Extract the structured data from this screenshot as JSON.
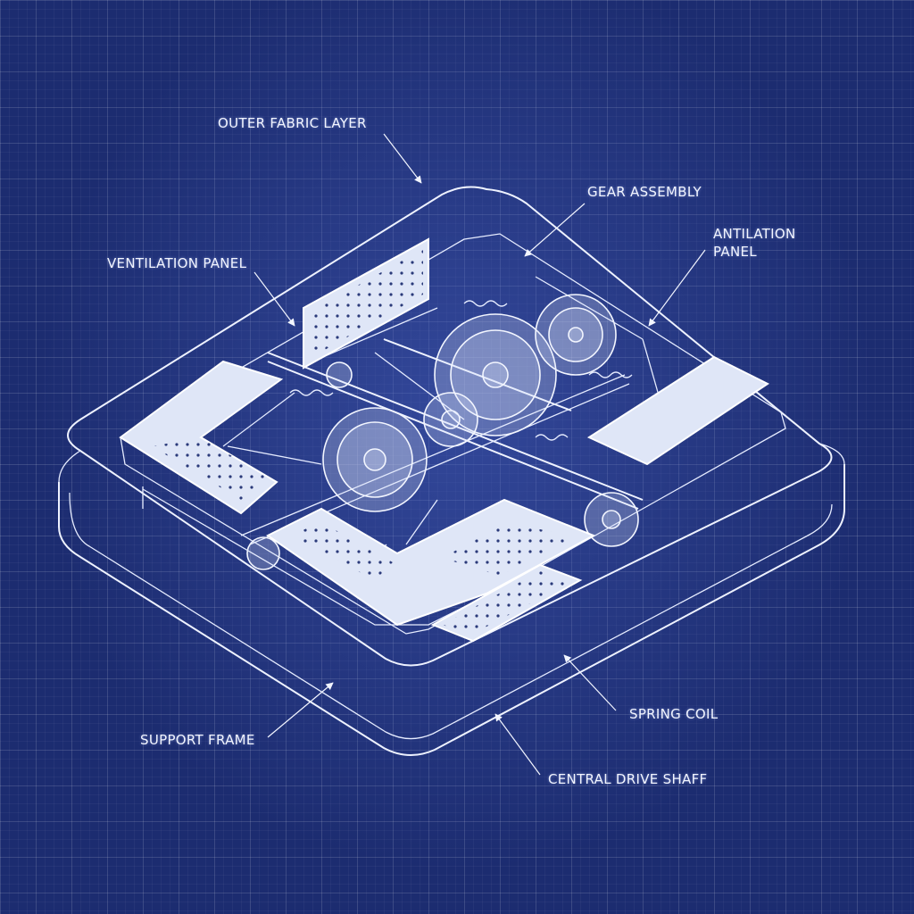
{
  "labels": {
    "outer_fabric_layer": "OUTER FABRIC LAYER",
    "gear_assembly": "GEAR ASSEMBLY",
    "antilation_panel_line1": "ANTILATION",
    "antilation_panel_line2": "PANEL",
    "ventilation_panel": "VENTILATION PANEL",
    "spring_coil": "SPRING COIL",
    "support_frame": "SUPPORT FRAME",
    "central_drive_shaft": "CENTRAL DRIVE SHAFF"
  },
  "colors": {
    "background": "#1c2c70",
    "line": "#eef2ff",
    "panel_fill": "#dfe6f7"
  }
}
